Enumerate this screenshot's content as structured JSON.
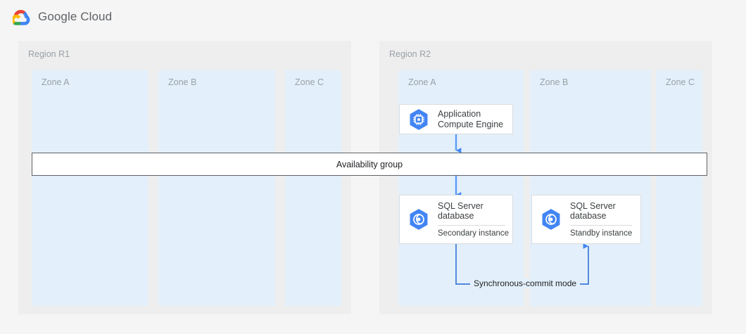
{
  "brand": {
    "name": "Google Cloud",
    "logo_icon": "google-cloud-logo-icon",
    "colors": {
      "red": "#ea4335",
      "yellow": "#fbbc04",
      "green": "#34a853",
      "blue": "#4285f4"
    }
  },
  "diagram": {
    "accent_color": "#4285f4",
    "region_bg": "#eeeeee",
    "zone_bg": "#e3f0fb",
    "regions": [
      {
        "id": "region-r1",
        "label": "Region R1",
        "zones": [
          {
            "id": "r1-zone-a",
            "label": "Zone A"
          },
          {
            "id": "r1-zone-b",
            "label": "Zone B"
          },
          {
            "id": "r1-zone-c",
            "label": "Zone C"
          }
        ]
      },
      {
        "id": "region-r2",
        "label": "Region R2",
        "zones": [
          {
            "id": "r2-zone-a",
            "label": "Zone A"
          },
          {
            "id": "r2-zone-b",
            "label": "Zone B"
          },
          {
            "id": "r2-zone-c",
            "label": "Zone C"
          }
        ]
      }
    ],
    "cards": {
      "application": {
        "icon": "compute-engine-icon",
        "title": "Application",
        "subtitle": "Compute Engine",
        "divider": false
      },
      "secondary_db": {
        "icon": "sql-server-database-icon",
        "title": "SQL Server\ndatabase",
        "subtitle": "Secondary instance",
        "divider": true
      },
      "standby_db": {
        "icon": "sql-server-database-icon",
        "title": "SQL Server\ndatabase",
        "subtitle": "Standby instance",
        "divider": true
      }
    },
    "availability_group": {
      "label": "Availability group"
    },
    "connectors": {
      "sync_commit_label": "Synchronous-commit mode"
    }
  }
}
